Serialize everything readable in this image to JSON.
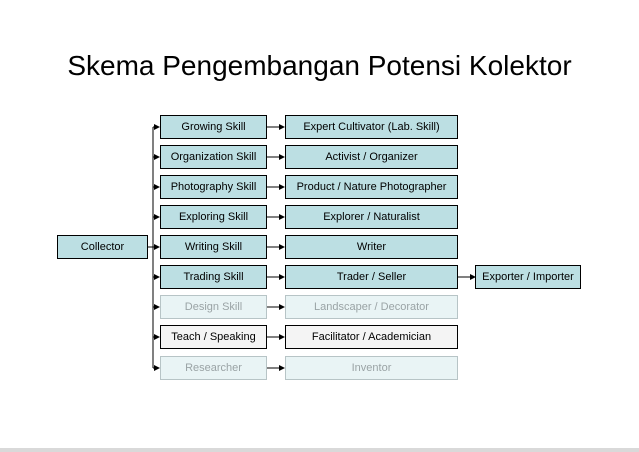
{
  "title": "Skema Pengembangan Potensi Kolektor",
  "root": "Collector",
  "skills": [
    {
      "skill": "Growing Skill",
      "role": "Expert Cultivator (Lab. Skill)",
      "faded": false
    },
    {
      "skill": "Organization Skill",
      "role": "Activist / Organizer",
      "faded": false
    },
    {
      "skill": "Photography Skill",
      "role": "Product / Nature Photographer",
      "faded": false
    },
    {
      "skill": "Exploring Skill",
      "role": "Explorer / Naturalist",
      "faded": false
    },
    {
      "skill": "Writing Skill",
      "role": "Writer",
      "faded": false
    },
    {
      "skill": "Trading Skill",
      "role": "Trader / Seller",
      "faded": false
    },
    {
      "skill": "Design Skill",
      "role": "Landscaper / Decorator",
      "faded": true
    },
    {
      "skill": "Teach / Speaking",
      "role": "Facilitator / Academician",
      "faded": false
    },
    {
      "skill": "Researcher",
      "role": "Inventor",
      "faded": true
    }
  ],
  "extra": "Exporter / Importer",
  "colors": {
    "box_fill": "#bcdfe3",
    "faded_fill": "#e9f4f5",
    "line": "#000000"
  }
}
